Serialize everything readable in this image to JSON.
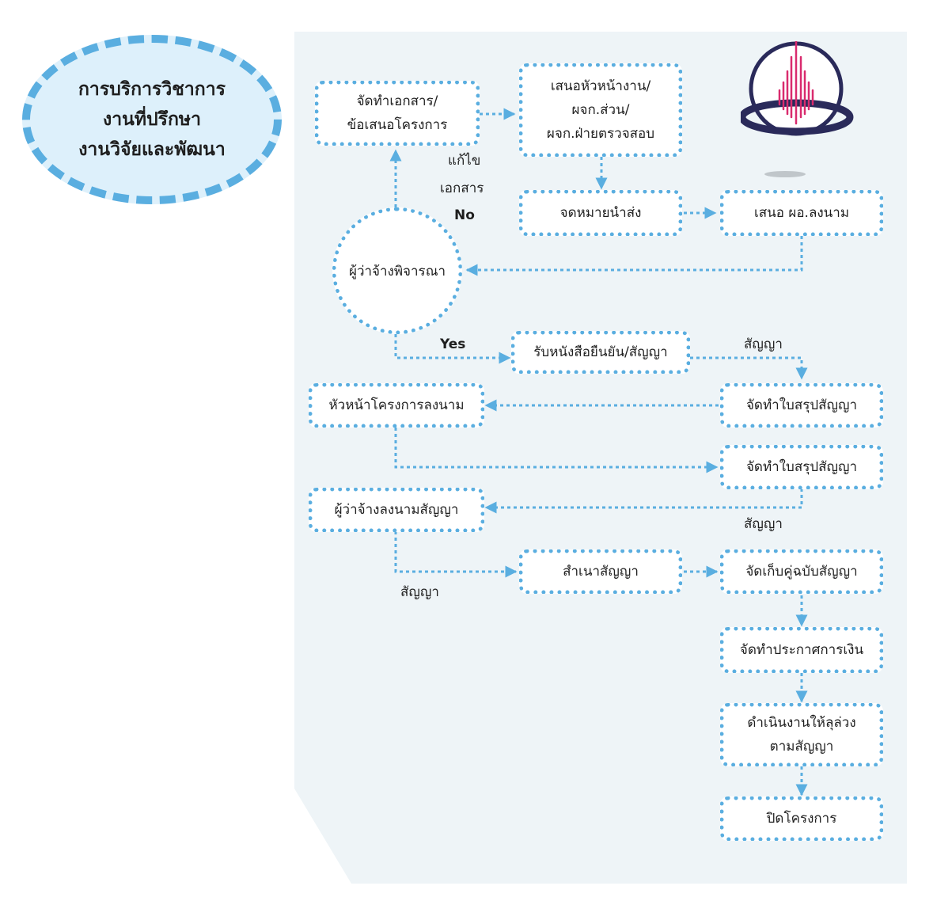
{
  "title": {
    "lines": [
      "การบริการวิชาการ",
      "งานที่ปรึกษา",
      "งานวิจัยและพัฒนา"
    ]
  },
  "colors": {
    "accent": "#5aaee0",
    "panel_background": "#eef4f7",
    "title_background": "#ddf0fb",
    "logo_ring": "#2a2a5a",
    "logo_wave": "#d92b6e"
  },
  "nodes": {
    "prepare_docs": [
      "จัดทำเอกสาร/",
      "ข้อเสนอโครงการ"
    ],
    "present_heads": [
      "เสนอหัวหน้างาน/",
      "ผจก.ส่วน/",
      "ผจก.ฝ่ายตรวจสอบ"
    ],
    "cover_letter": "จดหมายนำส่ง",
    "director_sign": "เสนอ  ผอ.ลงนาม",
    "client_review": "ผู้ว่าจ้างพิจารณา",
    "receive_confirmation": "รับหนังสือยืนยัน/สัญญา",
    "contract_summary_1": "จัดทำใบสรุปสัญญา",
    "project_head_sign": "หัวหน้าโครงการลงนาม",
    "contract_summary_2": "จัดทำใบสรุปสัญญา",
    "client_sign": "ผู้ว่าจ้างลงนามสัญญา",
    "copy_contract": "สำเนาสัญญา",
    "store_original": "จัดเก็บคู่ฉบับสัญญา",
    "financial_notice": "จัดทำประกาศการเงิน",
    "execute_work": [
      "ดำเนินงานให้ลุล่วง",
      "ตามสัญญา"
    ],
    "close_project": "ปิดโครงการ"
  },
  "labels": {
    "revise": [
      "แก้ไข",
      "เอกสาร"
    ],
    "no": "No",
    "yes": "Yes",
    "contract_1": "สัญญา",
    "contract_2": "สัญญา",
    "contract_3": "สัญญา"
  }
}
